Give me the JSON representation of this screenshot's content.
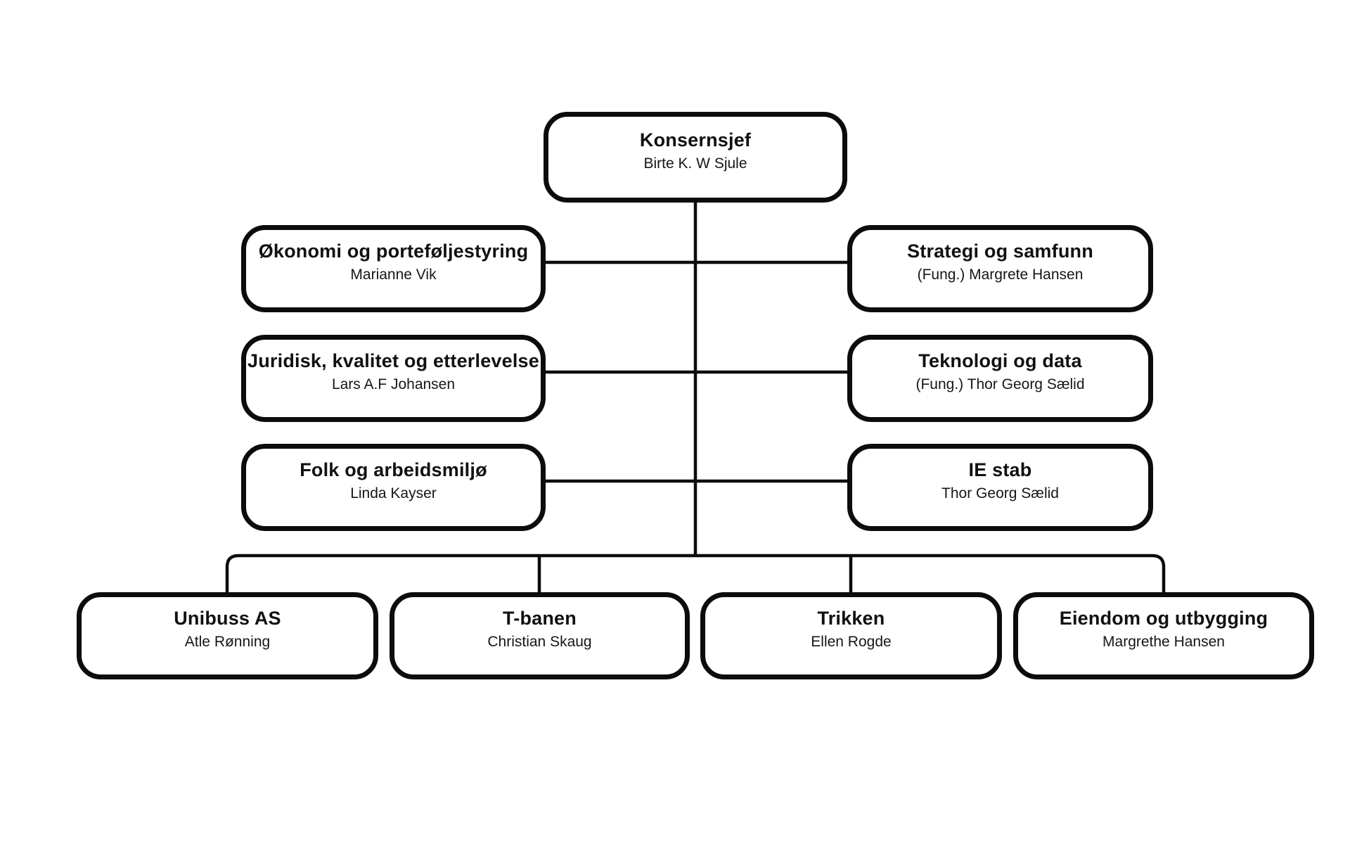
{
  "org": {
    "root": {
      "title": "Konsernsjef",
      "name": "Birte K. W Sjule"
    },
    "left": [
      {
        "title": "Økonomi og porteføljestyring",
        "name": "Marianne Vik"
      },
      {
        "title": "Juridisk, kvalitet og etterlevelse",
        "name": "Lars A.F Johansen"
      },
      {
        "title": "Folk og arbeidsmiljø",
        "name": "Linda Kayser"
      }
    ],
    "right": [
      {
        "title": "Strategi og samfunn",
        "name": "(Fung.) Margrete Hansen"
      },
      {
        "title": "Teknologi og data",
        "name": "(Fung.) Thor Georg Sælid"
      },
      {
        "title": "IE stab",
        "name": "Thor Georg Sælid"
      }
    ],
    "bottom": [
      {
        "title": "Unibuss AS",
        "name": "Atle Rønning"
      },
      {
        "title": "T-banen",
        "name": "Christian Skaug"
      },
      {
        "title": "Trikken",
        "name": "Ellen Rogde"
      },
      {
        "title": "Eiendom og utbygging",
        "name": "Margrethe Hansen"
      }
    ],
    "colors": {
      "line": "#0c0c0c",
      "box_border": "#0c0c0c",
      "box_fill": "#ffffff",
      "background": "#ffffff",
      "text": "#111111"
    }
  }
}
